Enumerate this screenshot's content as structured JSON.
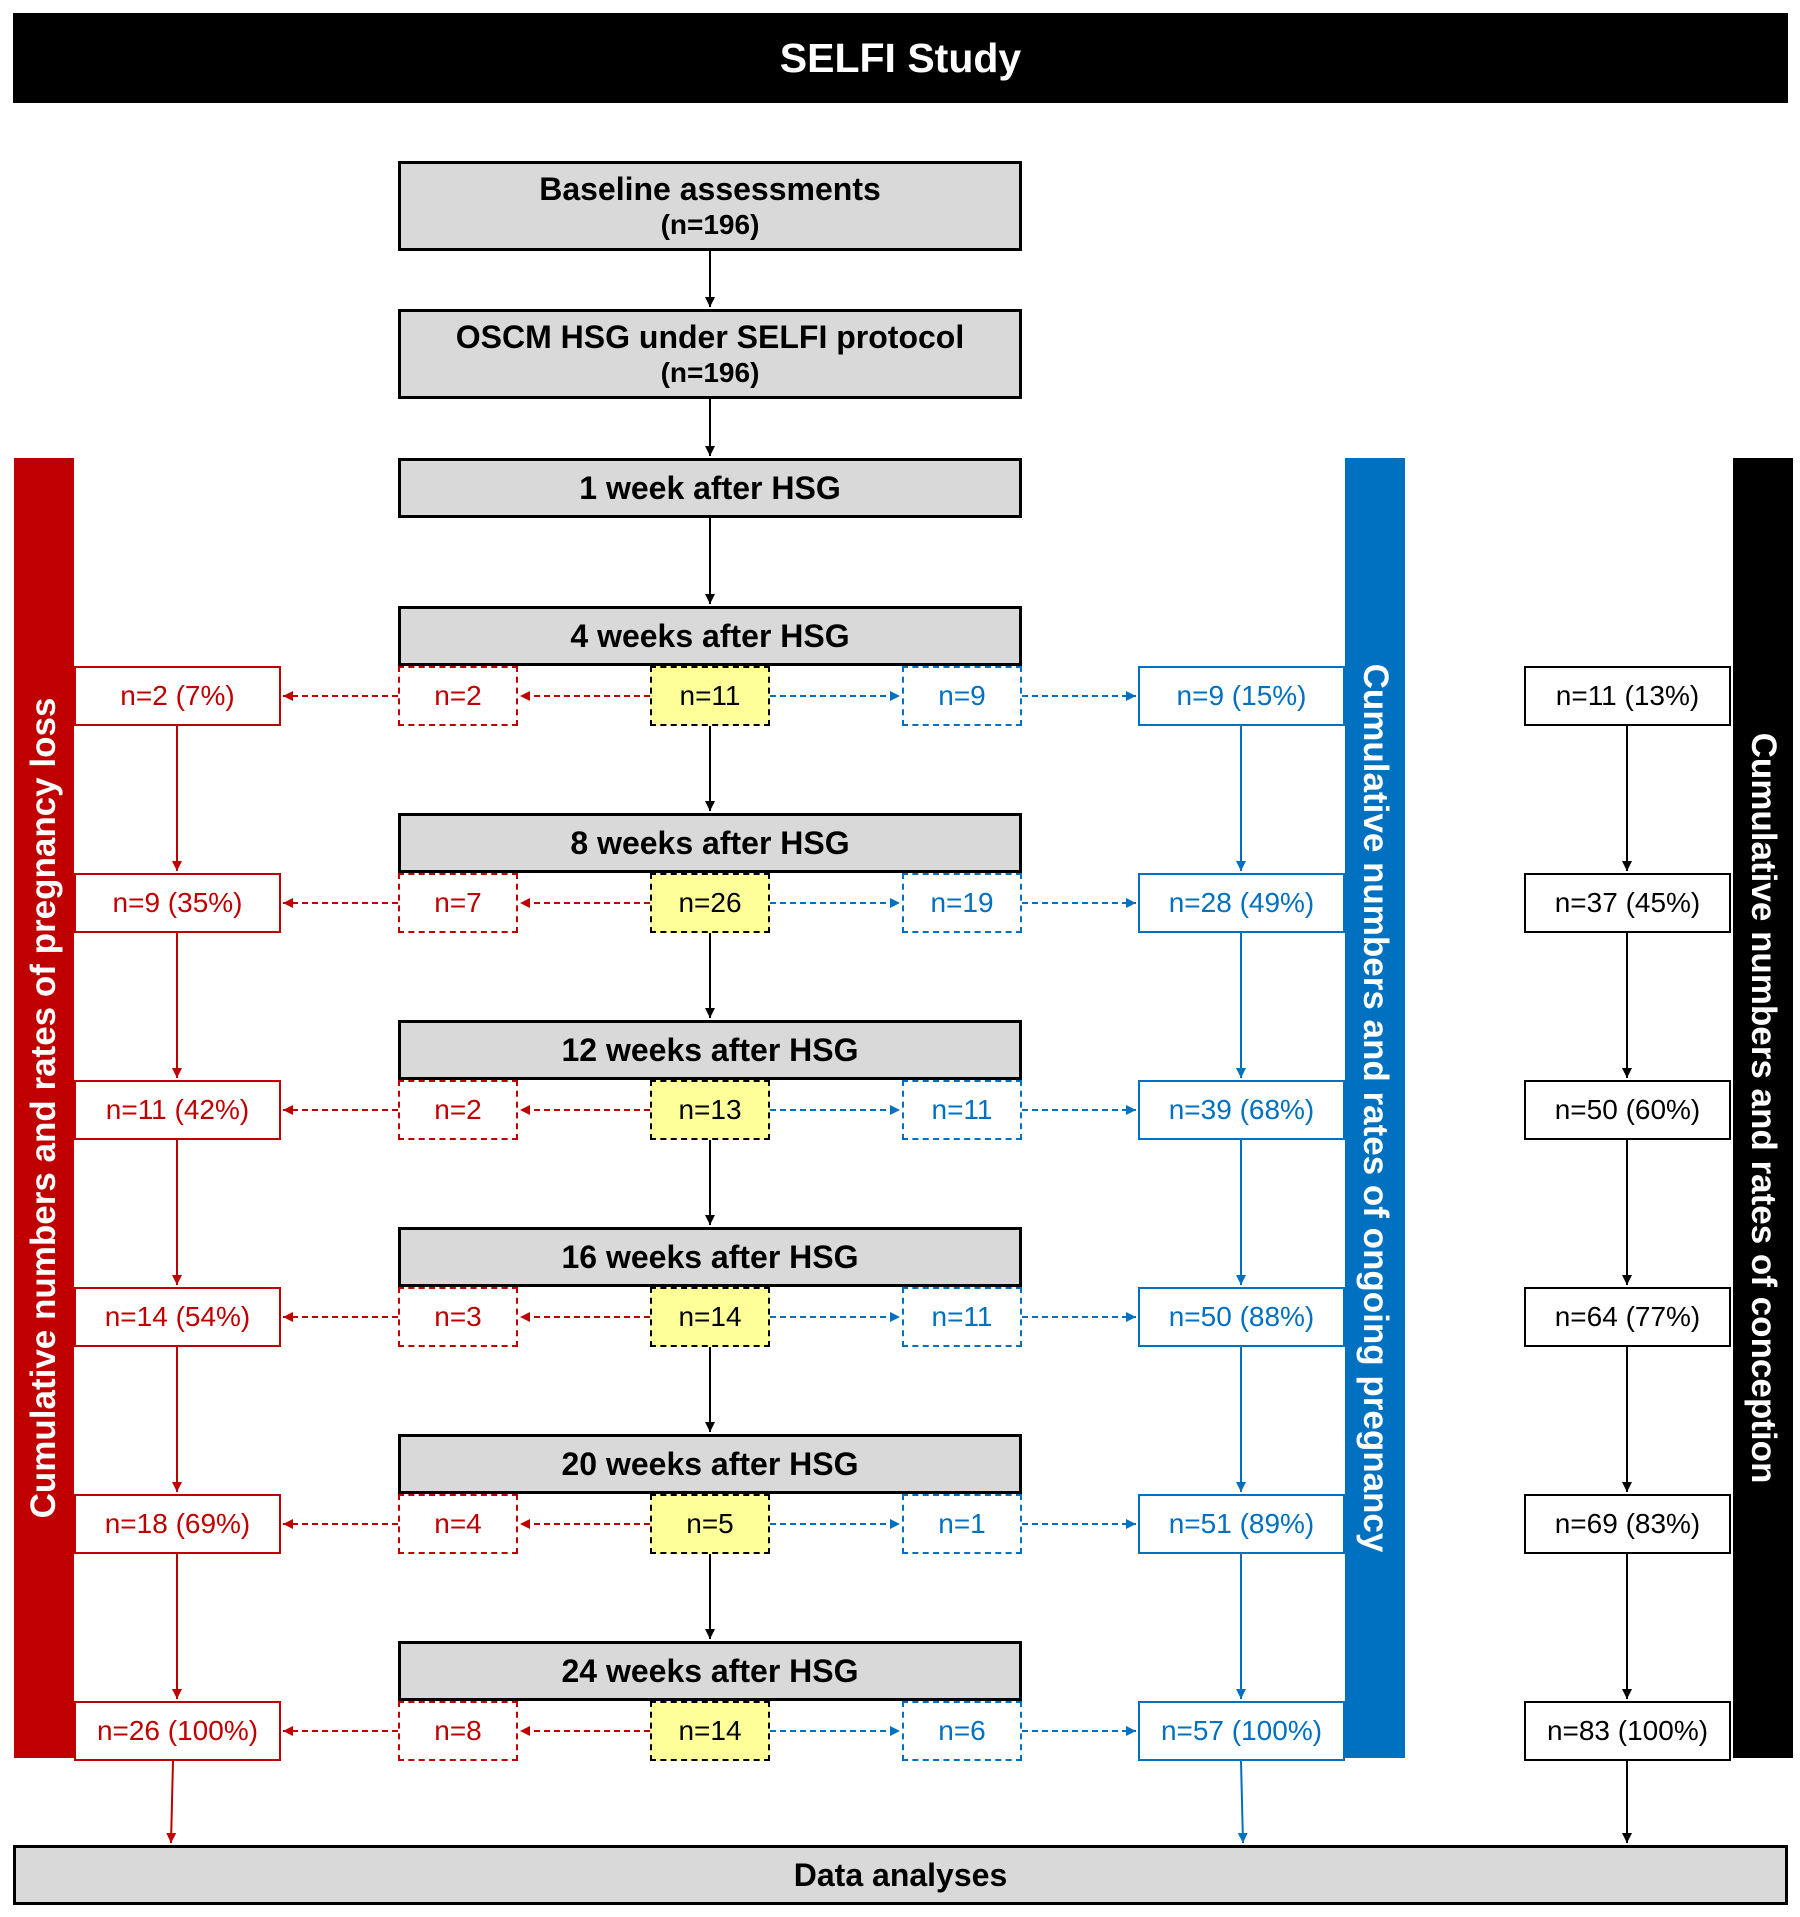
{
  "title": "SELFI Study",
  "top_steps": [
    {
      "label": "Baseline assessments",
      "sub": "(n=196)"
    },
    {
      "label": "OSCM HSG under SELFI protocol",
      "sub": "(n=196)"
    },
    {
      "label": "1 week after HSG",
      "sub": ""
    }
  ],
  "bands": {
    "loss": "Cumulative numbers and rates of pregnancy loss",
    "ongoing": "Cumulative numbers and rates of ongoing pregnancy",
    "conception": "Cumulative numbers and rates of conception"
  },
  "colors": {
    "loss": "#c00000",
    "ongoing": "#0070c0",
    "conception": "#000000",
    "new_conception_fill": "#ffff99",
    "stage_fill": "#d9d9d9"
  },
  "rows": [
    {
      "stage": "4 weeks after HSG",
      "conceptions": "n=11",
      "loss_new": "n=2",
      "ongoing_new": "n=9",
      "loss_cum": "n=2 (7%)",
      "ongoing_cum": "n=9 (15%)",
      "conception_cum": "n=11 (13%)"
    },
    {
      "stage": "8 weeks after HSG",
      "conceptions": "n=26",
      "loss_new": "n=7",
      "ongoing_new": "n=19",
      "loss_cum": "n=9 (35%)",
      "ongoing_cum": "n=28 (49%)",
      "conception_cum": "n=37 (45%)"
    },
    {
      "stage": "12 weeks after HSG",
      "conceptions": "n=13",
      "loss_new": "n=2",
      "ongoing_new": "n=11",
      "loss_cum": "n=11 (42%)",
      "ongoing_cum": "n=39 (68%)",
      "conception_cum": "n=50 (60%)"
    },
    {
      "stage": "16 weeks after HSG",
      "conceptions": "n=14",
      "loss_new": "n=3",
      "ongoing_new": "n=11",
      "loss_cum": "n=14 (54%)",
      "ongoing_cum": "n=50 (88%)",
      "conception_cum": "n=64 (77%)"
    },
    {
      "stage": "20 weeks after HSG",
      "conceptions": "n=5",
      "loss_new": "n=4",
      "ongoing_new": "n=1",
      "loss_cum": "n=18 (69%)",
      "ongoing_cum": "n=51 (89%)",
      "conception_cum": "n=69 (83%)"
    },
    {
      "stage": "24 weeks after HSG",
      "conceptions": "n=14",
      "loss_new": "n=8",
      "ongoing_new": "n=6",
      "loss_cum": "n=26 (100%)",
      "ongoing_cum": "n=57 (100%)",
      "conception_cum": "n=83 (100%)"
    }
  ],
  "final_step": "Data analyses"
}
